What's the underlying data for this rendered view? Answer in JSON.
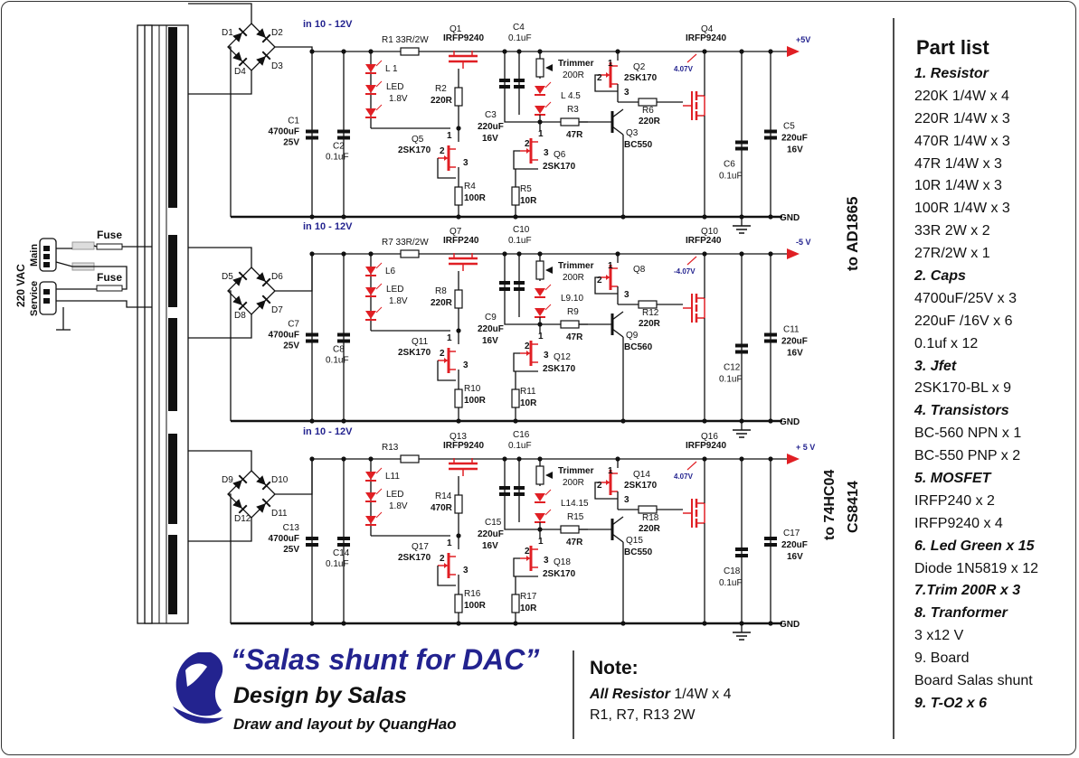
{
  "title": {
    "main": "“Salas shunt for DAC”",
    "design": "Design by Salas",
    "layout": "Draw and layout by QuangHao"
  },
  "note": {
    "heading": "Note:",
    "line1_bold": "All Resistor",
    "line1_rest": " 1/4W x 4",
    "line2": "R1, R7, R13 2W"
  },
  "parts_list": {
    "heading": "Part list",
    "items": [
      {
        "text": "1. Resistor",
        "cat": true
      },
      {
        "text": "220K 1/4W x 4",
        "cat": false
      },
      {
        "text": "220R 1/4W x 3",
        "cat": false
      },
      {
        "text": "470R 1/4W x 3",
        "cat": false
      },
      {
        "text": "47R 1/4W x 3",
        "cat": false
      },
      {
        "text": "10R 1/4W x 3",
        "cat": false
      },
      {
        "text": "100R 1/4W x 3",
        "cat": false
      },
      {
        "text": "33R 2W  x 2",
        "cat": false
      },
      {
        "text": "27R/2W x 1",
        "cat": false
      },
      {
        "text": "2. Caps",
        "cat": true
      },
      {
        "text": " 4700uF/25V x 3",
        "cat": false
      },
      {
        "text": "220uF /16V x  6",
        "cat": false
      },
      {
        "text": "0.1uf x 12",
        "cat": false
      },
      {
        "text": "3. Jfet",
        "cat": true
      },
      {
        "text": "2SK170-BL x 9",
        "cat": false
      },
      {
        "text": "4. Transistors",
        "cat": true
      },
      {
        "text": "BC-560 NPN x 1",
        "cat": false
      },
      {
        "text": "BC-550 PNP x  2",
        "cat": false
      },
      {
        "text": "5. MOSFET",
        "cat": true
      },
      {
        "text": "IRFP240 x 2",
        "cat": false
      },
      {
        "text": "IRFP9240 x  4",
        "cat": false
      },
      {
        "text": "6. Led Green x 15",
        "cat": true
      },
      {
        "text": "Diode 1N5819 x 12",
        "cat": false
      },
      {
        "text": "7.Trim 200R x 3",
        "cat": true
      },
      {
        "text": "8. Tranformer",
        "cat": true
      },
      {
        "text": "3 x12 V",
        "cat": false
      },
      {
        "text": "9. Board",
        "cat": false
      },
      {
        "text": " Board Salas shunt",
        "cat": false
      },
      {
        "text": "9.  T-O2 x 6",
        "cat": true
      }
    ]
  },
  "input": {
    "vac": "220 VAC",
    "main": "Main",
    "service": "Service",
    "fuse1": "Fuse",
    "fuse2": "Fuse"
  },
  "destinations": {
    "d1": "to AD1865",
    "d2a": "to 74HC04",
    "d2b": "CS8414"
  },
  "rails": [
    {
      "input_label": "in 10 - 12V",
      "out_label": "+5V",
      "gnd": "GND",
      "D_a": "D1",
      "D_b": "D2",
      "D_c": "D4",
      "D_d": "D3",
      "C_big": "C1",
      "C_big_val": "4700uF",
      "C_big_v": "25V",
      "C_small": "C2",
      "C_small_val": "0.1uF",
      "LED": "L 1",
      "LED_label": "LED",
      "LED_v": "1.8V",
      "R_top": "R1 33R/2W",
      "Q_pass": "Q1",
      "Q_pass_type": "IRFP9240",
      "C_top": "C4",
      "C_top_val": "0.1uF",
      "R_mid": "R2",
      "R_mid_val": "220R",
      "Q_jfet1": "Q5",
      "Q_jfet1_type": "2SK170",
      "R_low": "R4",
      "R_low_val": "100R",
      "C_mid": "C3",
      "C_mid_val": "220uF",
      "C_mid_v": "16V",
      "Trim": "Trimmer",
      "Trim_val": "200R",
      "LED2": "L 4.5",
      "R_b": "R3",
      "R_b_val": "47R",
      "Q_jfet2": "Q6",
      "Q_jfet2_type": "2SK170",
      "R_c": "R5",
      "R_c_val": "10R",
      "Q_jfet3": "Q2",
      "Q_jfet3_type": "2SK170",
      "R_d": "R6",
      "R_d_val": "220R",
      "Q_bjt": "Q3",
      "Q_bjt_type": "BC550",
      "Q_out": "Q4",
      "Q_out_type": "IRFP9240",
      "V_set": "4.07V",
      "C_out1": "C6",
      "C_out1_val": "0.1uF",
      "C_out2": "C5",
      "C_out2_val": "220uF",
      "C_out2_v": "16V"
    },
    {
      "input_label": "in 10 - 12V",
      "out_label": "-5 V",
      "gnd": "GND",
      "D_a": "D5",
      "D_b": "D6",
      "D_c": "D8",
      "D_d": "D7",
      "C_big": "C7",
      "C_big_val": "4700uF",
      "C_big_v": "25V",
      "C_small": "C8",
      "C_small_val": "0.1uF",
      "LED": "L6",
      "LED_label": "LED",
      "LED_v": "1.8V",
      "R_top": "R7 33R/2W",
      "Q_pass": "Q7",
      "Q_pass_type": "IRFP240",
      "C_top": "C10",
      "C_top_val": "0.1uF",
      "R_mid": "R8",
      "R_mid_val": "220R",
      "Q_jfet1": "Q11",
      "Q_jfet1_type": "2SK170",
      "R_low": "R10",
      "R_low_val": "100R",
      "C_mid": "C9",
      "C_mid_val": "220uF",
      "C_mid_v": "16V",
      "Trim": "Trimmer",
      "Trim_val": "200R",
      "LED2": "L9.10",
      "R_b": "R9",
      "R_b_val": "47R",
      "Q_jfet2": "Q12",
      "Q_jfet2_type": "2SK170",
      "R_c": "R11",
      "R_c_val": "10R",
      "Q_jfet3": "Q8",
      "Q_jfet3_type": "",
      "R_d": "R12",
      "R_d_val": "220R",
      "Q_bjt": "Q9",
      "Q_bjt_type": "BC560",
      "Q_out": "Q10",
      "Q_out_type": "IRFP240",
      "V_set": "-4.07V",
      "C_out1": "C12",
      "C_out1_val": "0.1uF",
      "C_out2": "C11",
      "C_out2_val": "220uF",
      "C_out2_v": "16V"
    },
    {
      "input_label": "in 10 - 12V",
      "out_label": "+ 5 V",
      "gnd": "GND",
      "D_a": "D9",
      "D_b": "D10",
      "D_c": "D12",
      "D_d": "D11",
      "C_big": "C13",
      "C_big_val": "4700uF",
      "C_big_v": "25V",
      "C_small": "C14",
      "C_small_val": "0.1uF",
      "LED": "L11",
      "LED_label": "LED",
      "LED_v": "1.8V",
      "R_top": "R13",
      "R_top2": "27R/2W",
      "Q_pass": "Q13",
      "Q_pass_type": "IRFP9240",
      "C_top": "C16",
      "C_top_val": "0.1uF",
      "R_mid": "R14",
      "R_mid_val": "470R",
      "Q_jfet1": "Q17",
      "Q_jfet1_type": "2SK170",
      "R_low": "R16",
      "R_low_val": "100R",
      "C_mid": "C15",
      "C_mid_val": "220uF",
      "C_mid_v": "16V",
      "Trim": "Trimmer",
      "Trim_val": "200R",
      "LED2": "L14.15",
      "R_b": "R15",
      "R_b_val": "47R",
      "Q_jfet2": "Q18",
      "Q_jfet2_type": "2SK170",
      "R_c": "R17",
      "R_c_val": "10R",
      "Q_jfet3": "Q14",
      "Q_jfet3_type": "2SK170",
      "R_d": "R18",
      "R_d_val": "220R",
      "Q_bjt": "Q15",
      "Q_bjt_type": "BC550",
      "Q_out": "Q16",
      "Q_out_type": "IRFP9240",
      "V_set": "4.07V",
      "C_out1": "C18",
      "C_out1_val": "0.1uF",
      "C_out2": "C17",
      "C_out2_val": "220uF",
      "C_out2_v": "16V"
    }
  ],
  "colors": {
    "accent_blue": "#23238f",
    "red": "#e01f24",
    "line": "#111111"
  }
}
